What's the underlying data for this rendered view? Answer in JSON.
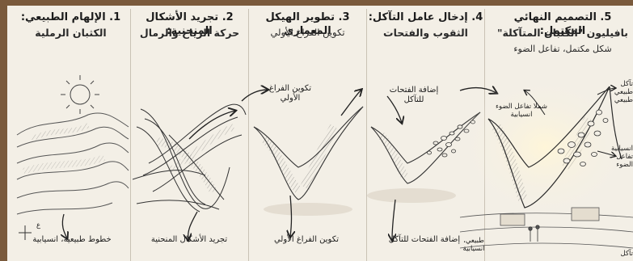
{
  "stages": [
    {
      "title": "1. الإلهام الطبيعي:",
      "subtitle": "الكثبان الرملية"
    },
    {
      "title": "2. تجريد الأشكال المنحنية:",
      "subtitle": "حركة الرياح والرمال"
    },
    {
      "title": "3. تطوير الهيكل المعماري",
      "subtitle": "تكوين الفراغ الأولي"
    },
    {
      "title": "4. إدخال عامل التآكل:",
      "subtitle": "الثقوب والفتحات"
    },
    {
      "title": "5. التصميم النهائي المكتمل:",
      "subtitle": "بافيليون \"الكثبان المتآكلة\"",
      "caption": "شكل مكتمل، تفاعل الضوء"
    }
  ],
  "annotations": {
    "natural_lines": "خطوط طبيعية، انسيابية",
    "compass_mark": "ع",
    "abstract_curves": "تجريد الأشكال المنحنية",
    "initial_void": "تكوين الفراغ الأولي",
    "initial_void_bottom": "تكوين الفراغ الأولي",
    "add_openings": "إضافة الفتحات للتآكل",
    "add_openings_bottom": "إضافة الفتحات للتآكل",
    "light_play": "شملا تفاعل الضوء انسيابية",
    "natural_erosion": "تآكل طبيعي طبيعي",
    "flow_light": "انسيابية تفاعل الضوء",
    "natural_ground": "طبيعي، انسيابية",
    "corner_note": "تآكل"
  },
  "colors": {
    "paper": "#f3efe6",
    "board": "#7a5a3c",
    "ink": "#1c1c1c"
  }
}
